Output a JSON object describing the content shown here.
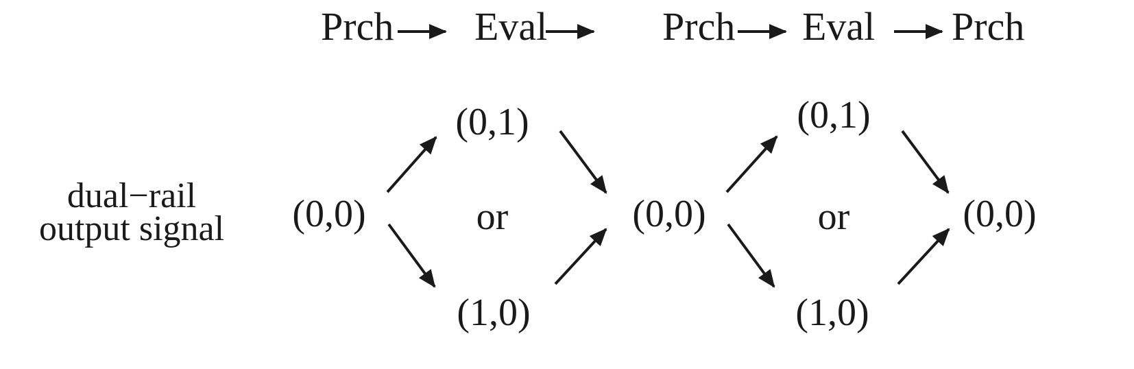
{
  "phases": [
    "Prch",
    "Eval",
    "Prch",
    "Eval",
    "Prch"
  ],
  "signal_label": {
    "line1": "dual−rail",
    "line2": "output signal"
  },
  "states": {
    "idle_1": "(0,0)",
    "top_1": "(0,1)",
    "mid_1": "or",
    "bottom_1": "(1,0)",
    "idle_2": "(0,0)",
    "top_2": "(0,1)",
    "mid_2": "or",
    "bottom_2": "(1,0)",
    "idle_3": "(0,0)"
  },
  "colors": {
    "ink": "#1a1a1a",
    "background": "#ffffff"
  }
}
